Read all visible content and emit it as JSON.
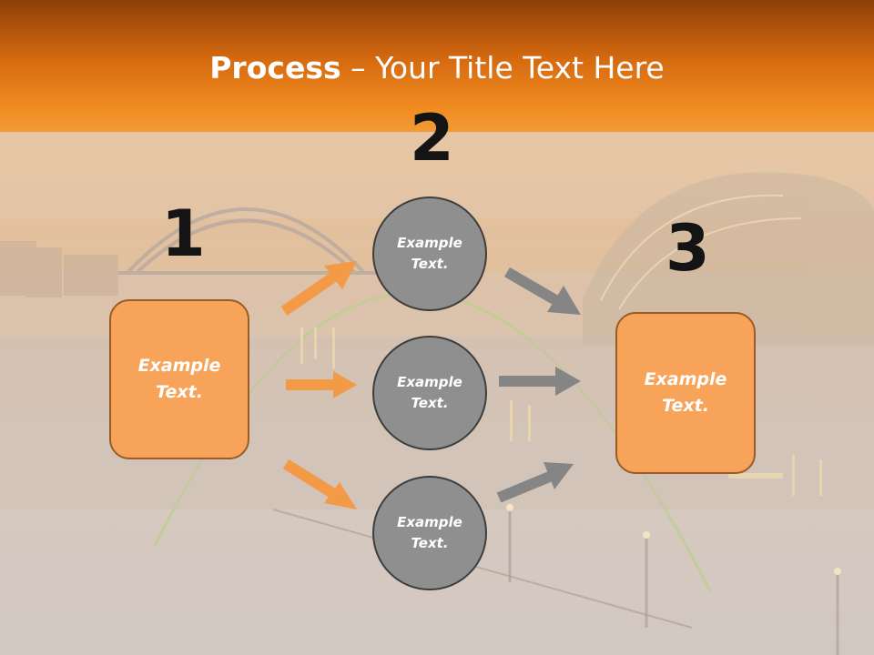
{
  "title": {
    "strong": "Process",
    "rest": " – Your Title Text Here"
  },
  "steps": {
    "one": "1",
    "two": "2",
    "three": "3"
  },
  "boxes": {
    "left": "Example Text.",
    "right": "Example Text."
  },
  "circles": {
    "top": "Example Text.",
    "middle": "Example Text.",
    "bottom": "Example Text."
  },
  "colors": {
    "header": "#ef8a1f",
    "box_fill": "#f7a45a",
    "circle_fill": "#8f8f8f",
    "orange_arrow": "#f29a45",
    "gray_arrow": "#858585"
  }
}
